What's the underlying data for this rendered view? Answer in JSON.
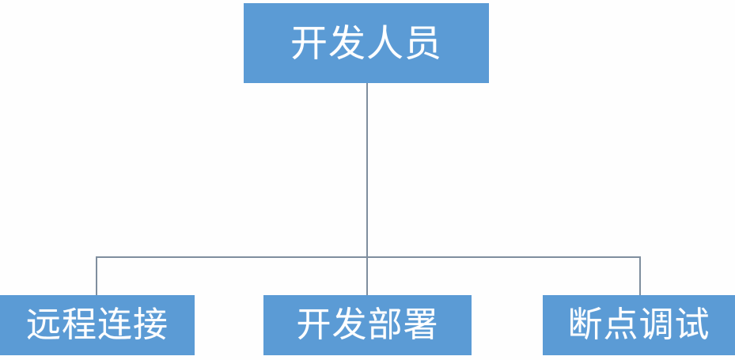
{
  "diagram": {
    "type": "hierarchy-tree",
    "orientation": "top-down",
    "colors": {
      "node_fill": "#5b9bd5",
      "node_text": "#ffffff",
      "connector": "#7f8e9e",
      "background": "#ffffff"
    },
    "root": {
      "id": "root",
      "label": "开发人员"
    },
    "children": [
      {
        "id": "child-0",
        "label": "远程连接"
      },
      {
        "id": "child-1",
        "label": "开发部署"
      },
      {
        "id": "child-2",
        "label": "断点调试"
      }
    ]
  }
}
